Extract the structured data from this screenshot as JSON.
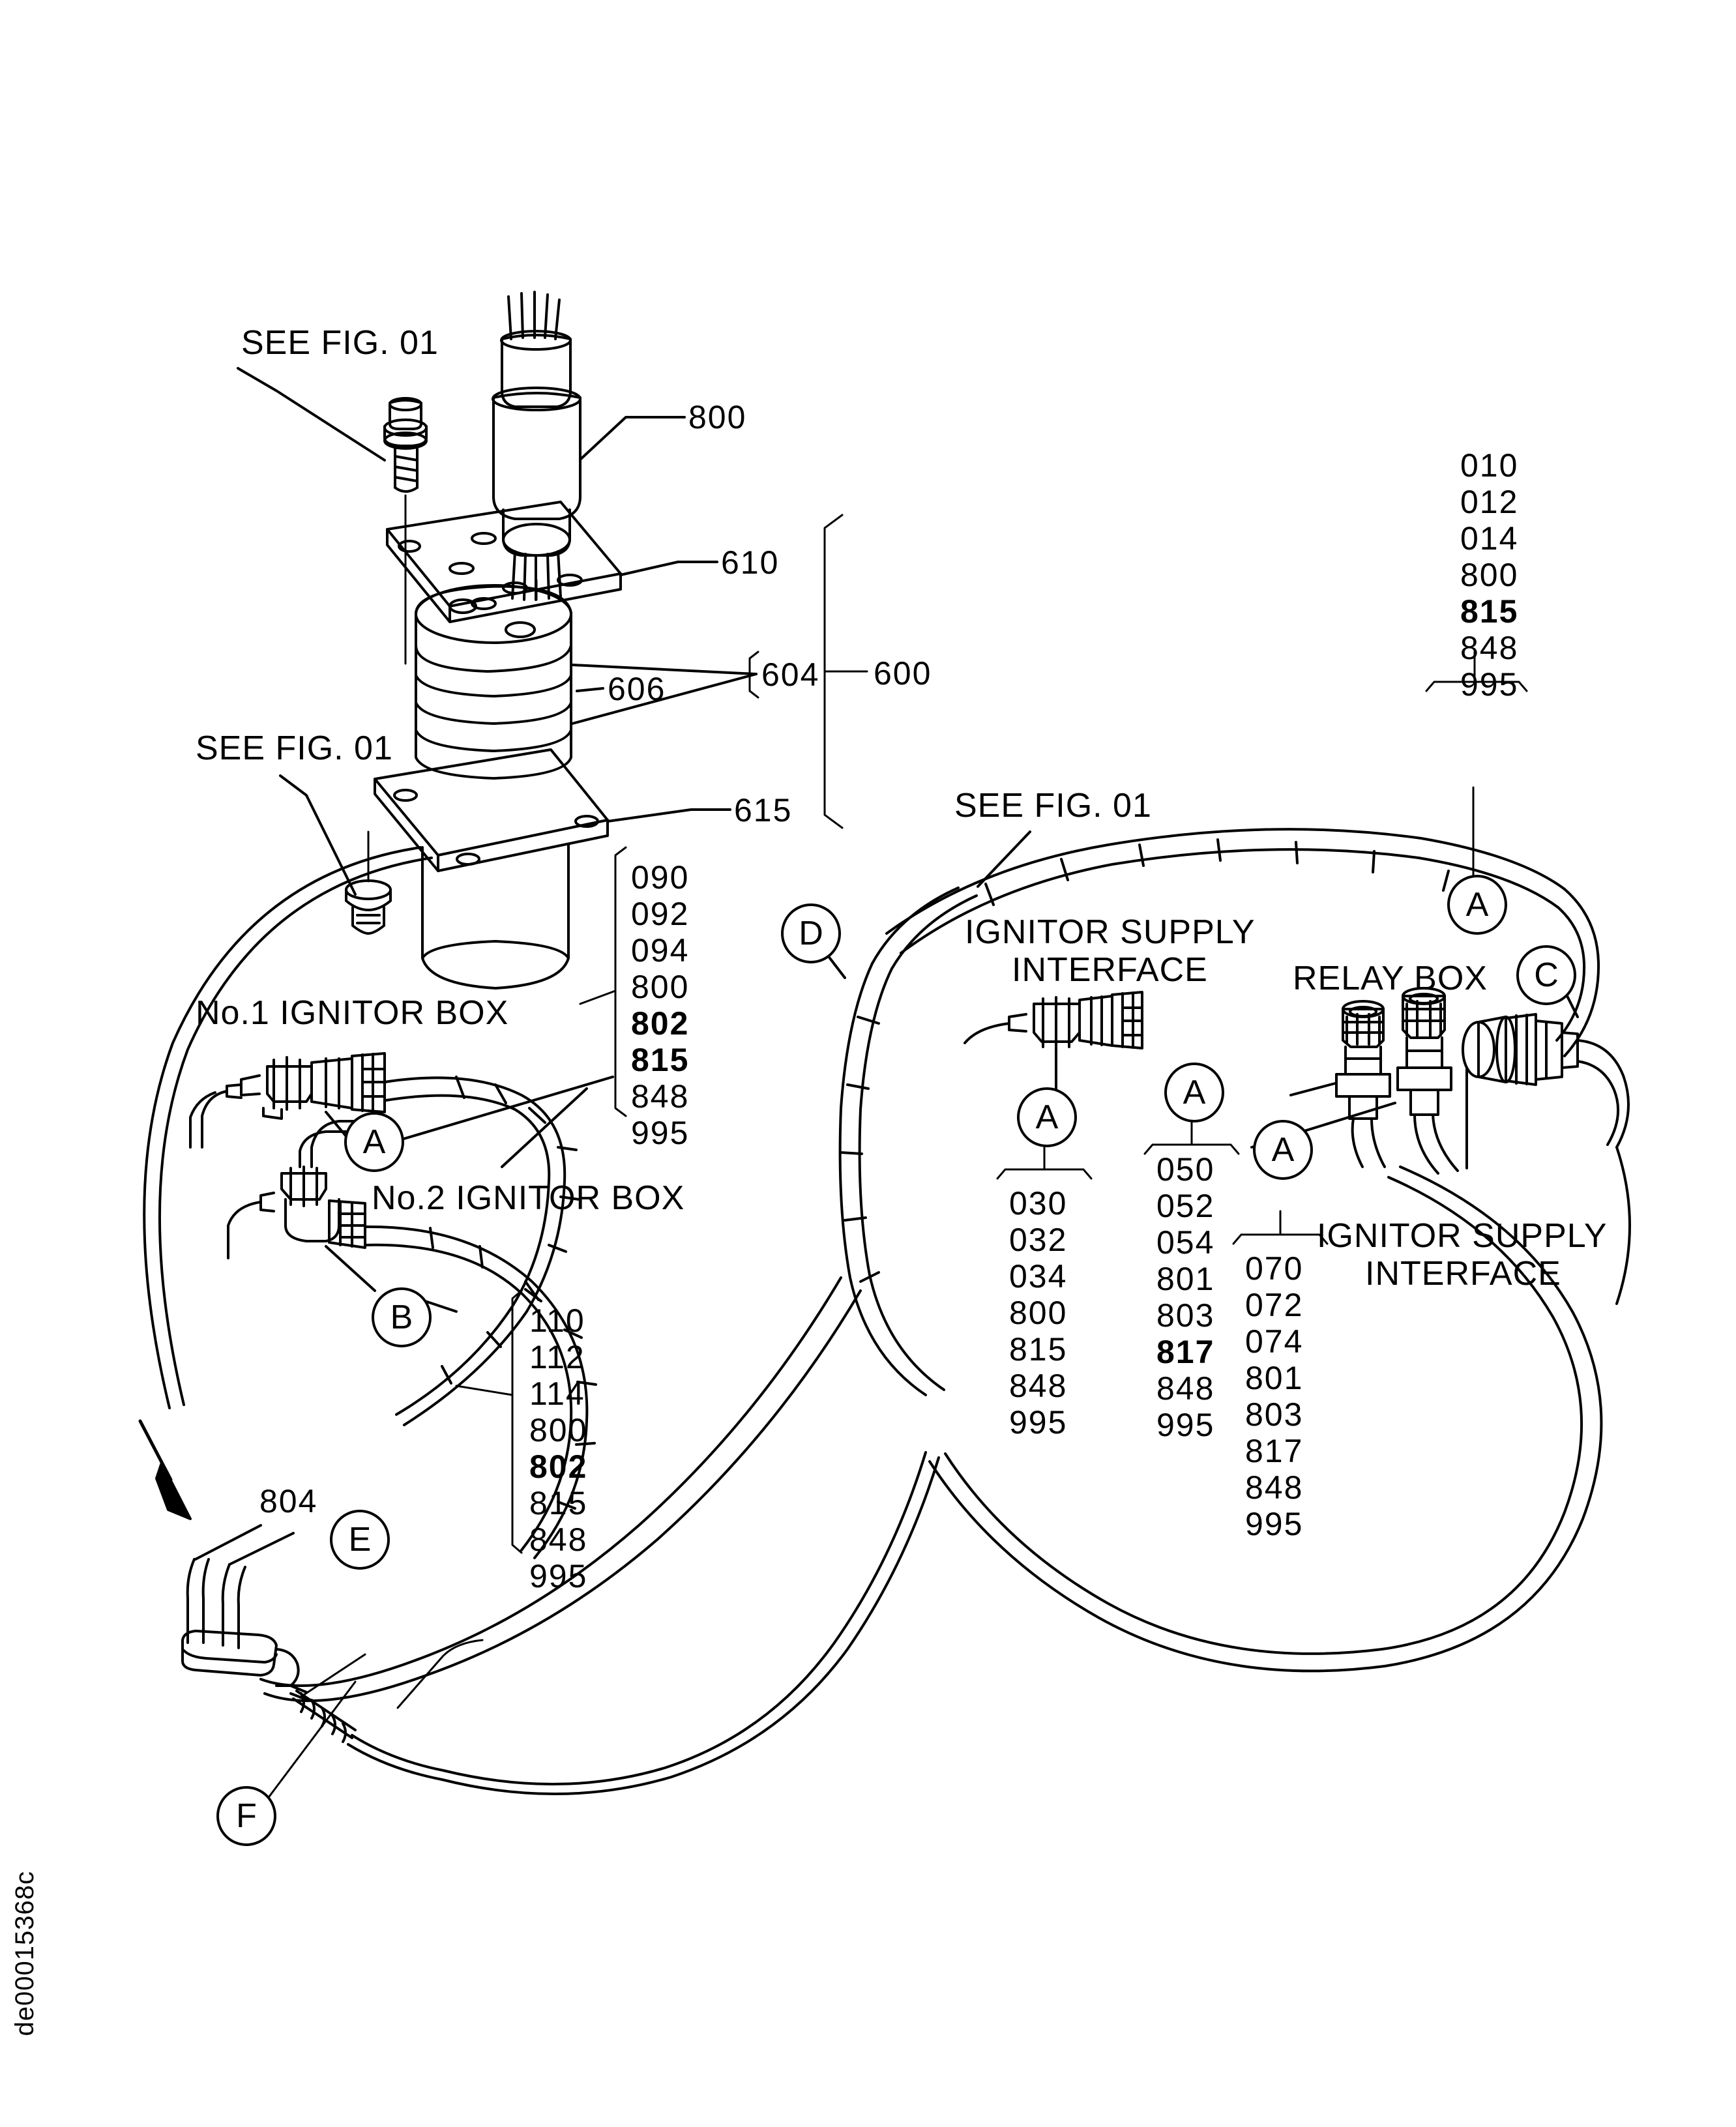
{
  "document": {
    "drawing_id": "de00015368c"
  },
  "callouts": {
    "see_fig_01_top": "SEE FIG. 01",
    "see_fig_01_mid": "SEE FIG. 01",
    "see_fig_01_right": "SEE FIG. 01",
    "no1_ignitor_box": "No.1 IGNITOR BOX",
    "no2_ignitor_box": "No.2 IGNITOR BOX",
    "relay_box": "RELAY BOX",
    "ignitor_supply_interface_top": "IGNITOR SUPPLY",
    "ignitor_supply_interface_top2": "INTERFACE",
    "ignitor_supply_interface_right": "IGNITOR SUPPLY",
    "ignitor_supply_interface_right2": "INTERFACE"
  },
  "leaders": {
    "p800_top": "800",
    "p610": "610",
    "p606": "606",
    "p604": "604",
    "p600": "600",
    "p615": "615",
    "p804": "804"
  },
  "markers": {
    "a_no1": "A",
    "b_no2": "B",
    "d_center": "D",
    "a_mid_left": "A",
    "a_mid_right": "A",
    "a_relay": "A",
    "a_top_right": "A",
    "c_right": "C",
    "e_bottom": "E",
    "f_bottom": "F"
  },
  "part_lists": {
    "top_right": {
      "marker": "A",
      "items": [
        {
          "n": "010",
          "bold": false
        },
        {
          "n": "012",
          "bold": false
        },
        {
          "n": "014",
          "bold": false
        },
        {
          "n": "800",
          "bold": false
        },
        {
          "n": "815",
          "bold": true
        },
        {
          "n": "848",
          "bold": false
        },
        {
          "n": "995",
          "bold": false
        }
      ]
    },
    "no1_ignitor": {
      "marker": "A",
      "items": [
        {
          "n": "090",
          "bold": false
        },
        {
          "n": "092",
          "bold": false
        },
        {
          "n": "094",
          "bold": false
        },
        {
          "n": "800",
          "bold": false
        },
        {
          "n": "802",
          "bold": true
        },
        {
          "n": "815",
          "bold": true
        },
        {
          "n": "848",
          "bold": false
        },
        {
          "n": "995",
          "bold": false
        }
      ]
    },
    "no2_ignitor": {
      "marker": "B",
      "items": [
        {
          "n": "110",
          "bold": false
        },
        {
          "n": "112",
          "bold": false
        },
        {
          "n": "114",
          "bold": false
        },
        {
          "n": "800",
          "bold": false
        },
        {
          "n": "802",
          "bold": true
        },
        {
          "n": "815",
          "bold": false
        },
        {
          "n": "848",
          "bold": false
        },
        {
          "n": "995",
          "bold": false
        }
      ]
    },
    "center_a": {
      "marker": "A",
      "items": [
        {
          "n": "030",
          "bold": false
        },
        {
          "n": "032",
          "bold": false
        },
        {
          "n": "034",
          "bold": false
        },
        {
          "n": "800",
          "bold": false
        },
        {
          "n": "815",
          "bold": false
        },
        {
          "n": "848",
          "bold": false
        },
        {
          "n": "995",
          "bold": false
        }
      ]
    },
    "relay_a": {
      "marker": "A",
      "items": [
        {
          "n": "050",
          "bold": false
        },
        {
          "n": "052",
          "bold": false
        },
        {
          "n": "054",
          "bold": false
        },
        {
          "n": "801",
          "bold": false
        },
        {
          "n": "803",
          "bold": false
        },
        {
          "n": "817",
          "bold": true
        },
        {
          "n": "848",
          "bold": false
        },
        {
          "n": "995",
          "bold": false
        }
      ]
    },
    "supply_a": {
      "marker": "A",
      "items": [
        {
          "n": "070",
          "bold": false
        },
        {
          "n": "072",
          "bold": false
        },
        {
          "n": "074",
          "bold": false
        },
        {
          "n": "801",
          "bold": false
        },
        {
          "n": "803",
          "bold": false
        },
        {
          "n": "817",
          "bold": false
        },
        {
          "n": "848",
          "bold": false
        },
        {
          "n": "995",
          "bold": false
        }
      ]
    }
  }
}
